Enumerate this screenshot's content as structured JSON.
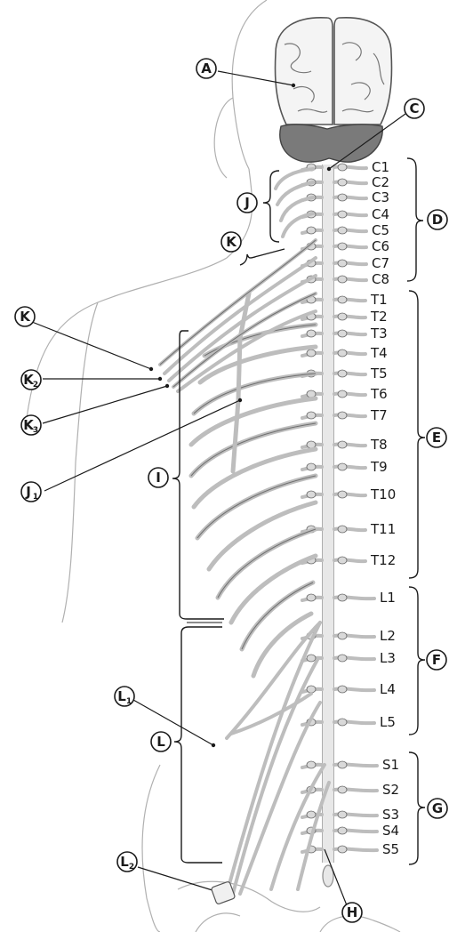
{
  "callouts": {
    "A": {
      "letter": "A",
      "sub": ""
    },
    "C": {
      "letter": "C",
      "sub": ""
    },
    "D": {
      "letter": "D",
      "sub": ""
    },
    "E": {
      "letter": "E",
      "sub": ""
    },
    "F": {
      "letter": "F",
      "sub": ""
    },
    "G": {
      "letter": "G",
      "sub": ""
    },
    "H": {
      "letter": "H",
      "sub": ""
    },
    "I": {
      "letter": "I",
      "sub": ""
    },
    "J": {
      "letter": "J",
      "sub": ""
    },
    "J1": {
      "letter": "J",
      "sub": "1"
    },
    "K_top": {
      "letter": "K",
      "sub": ""
    },
    "K_left": {
      "letter": "K",
      "sub": ""
    },
    "K2": {
      "letter": "K",
      "sub": "2"
    },
    "K3": {
      "letter": "K",
      "sub": "3"
    },
    "L": {
      "letter": "L",
      "sub": ""
    },
    "L1": {
      "letter": "L",
      "sub": "1"
    },
    "L2": {
      "letter": "L",
      "sub": "2"
    }
  },
  "segments": {
    "cervical": [
      "C1",
      "C2",
      "C3",
      "C4",
      "C5",
      "C6",
      "C7",
      "C8"
    ],
    "thoracic": [
      "T1",
      "T2",
      "T3",
      "T4",
      "T5",
      "T6",
      "T7",
      "T8",
      "T9",
      "T10",
      "T11",
      "T12"
    ],
    "lumbar": [
      "L1",
      "L2",
      "L3",
      "L4",
      "L5"
    ],
    "sacral": [
      "S1",
      "S2",
      "S3",
      "S4",
      "S5"
    ]
  },
  "colors": {
    "ink": "#1a1a1a",
    "nerve": "#bdbdbd",
    "outline": "#8a8a8a",
    "cerebellum": "#7a7a7a",
    "brain": "#f4f4f4"
  }
}
